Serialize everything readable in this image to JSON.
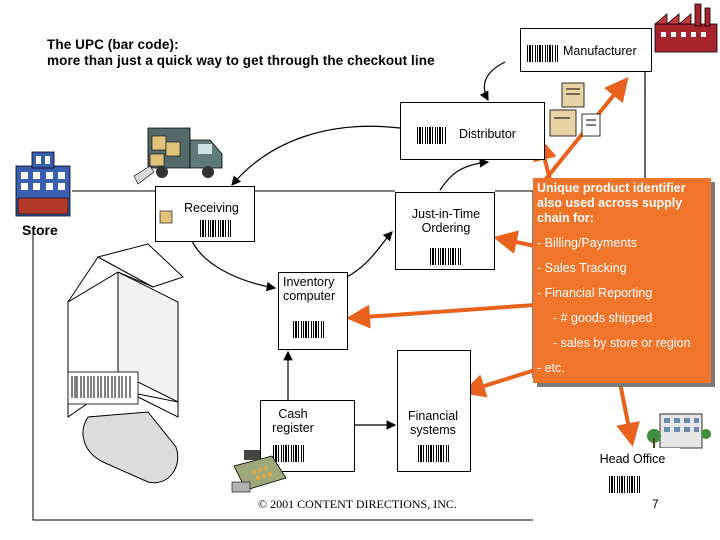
{
  "title": {
    "line1": "The UPC (bar code):",
    "line2": "more than just a quick way to get through the checkout line"
  },
  "nodes": {
    "manufacturer": "Manufacturer",
    "distributor": "Distributor",
    "store": "Store",
    "receiving": "Receiving",
    "jit_line1": "Just-in-Time",
    "jit_line2": "Ordering",
    "inventory_line1": "Inventory",
    "inventory_line2": "computer",
    "cash_line1": "Cash",
    "cash_line2": "register",
    "financial_line1": "Financial",
    "financial_line2": "systems",
    "head_office": "Head Office"
  },
  "callout": {
    "heading": "Unique product identifier also used across supply chain for:",
    "items": [
      "- Billing/Payments",
      "- Sales Tracking",
      "- Financial Reporting",
      "- # goods shipped",
      "- sales by store or region",
      "- etc."
    ]
  },
  "footer": "© 2001 CONTENT DIRECTIONS, INC.",
  "page_number": "7",
  "colors": {
    "callout_fill": "#f0742a",
    "arrow": "#e8621e",
    "shadow": "#7a7a7a"
  },
  "icons": [
    "factory-icon",
    "delivery-truck-icon",
    "office-building-icon",
    "milk-carton-icon",
    "cash-register-icon",
    "clipboard-icon",
    "box-icon",
    "corporate-building-icon"
  ]
}
